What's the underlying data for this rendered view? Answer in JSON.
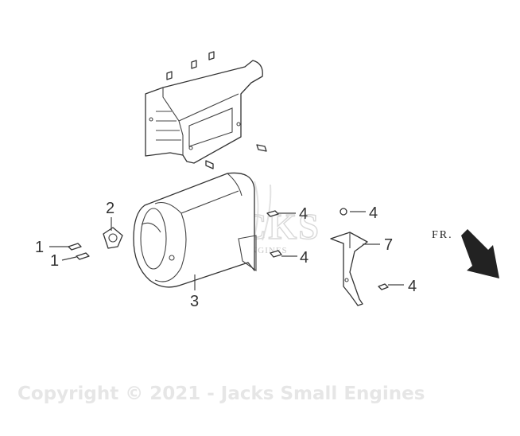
{
  "callouts": [
    {
      "id": "c1a",
      "label": "1"
    },
    {
      "id": "c1b",
      "label": "1"
    },
    {
      "id": "c2",
      "label": "2"
    },
    {
      "id": "c3",
      "label": "3"
    },
    {
      "id": "c4a",
      "label": "4"
    },
    {
      "id": "c4b",
      "label": "4"
    },
    {
      "id": "c4c",
      "label": "4"
    },
    {
      "id": "c4d",
      "label": "4"
    },
    {
      "id": "c7",
      "label": "7"
    }
  ],
  "direction_label": "FR.",
  "watermark": {
    "logo_text": "JACKS",
    "logo_subtext": "SMALL ENGINES",
    "copyright": "Copyright © 2021 - Jacks Small Engines"
  },
  "colors": {
    "line": "#333333",
    "watermark": "#d8d8d8",
    "background": "#ffffff"
  }
}
